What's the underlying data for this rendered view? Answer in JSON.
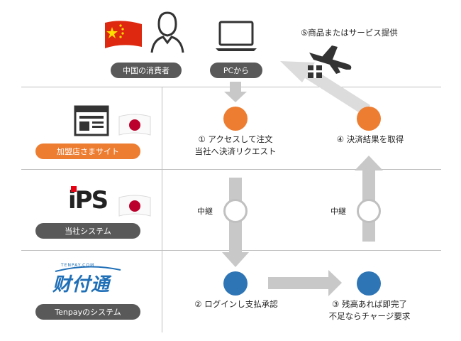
{
  "roles": {
    "consumer": "中国の消費者",
    "from_pc": "PCから",
    "merchant": "加盟店さまサイト",
    "our_system": "当社システム",
    "tenpay_system": "Tenpayのシステム"
  },
  "steps": {
    "step1_line1": "① アクセスして注文",
    "step1_line2": "当社へ決済リクエスト",
    "step2": "② ログインし支払承認",
    "step3_line1": "③ 残高あれば即完了",
    "step3_line2": "不足ならチャージ要求",
    "step4": "④ 決済結果を取得",
    "step5": "⑤商品またはサービス提供"
  },
  "relay_left": "中継",
  "relay_right": "中継",
  "logos": {
    "ips": "iPS",
    "tenpay_main": "财付通",
    "tenpay_small": "TENPAY.COM"
  },
  "colors": {
    "orange": "#ED7D31",
    "blue": "#2E75B6",
    "dark_pill": "#595959",
    "arrow_gray": "#c8c8c8"
  }
}
